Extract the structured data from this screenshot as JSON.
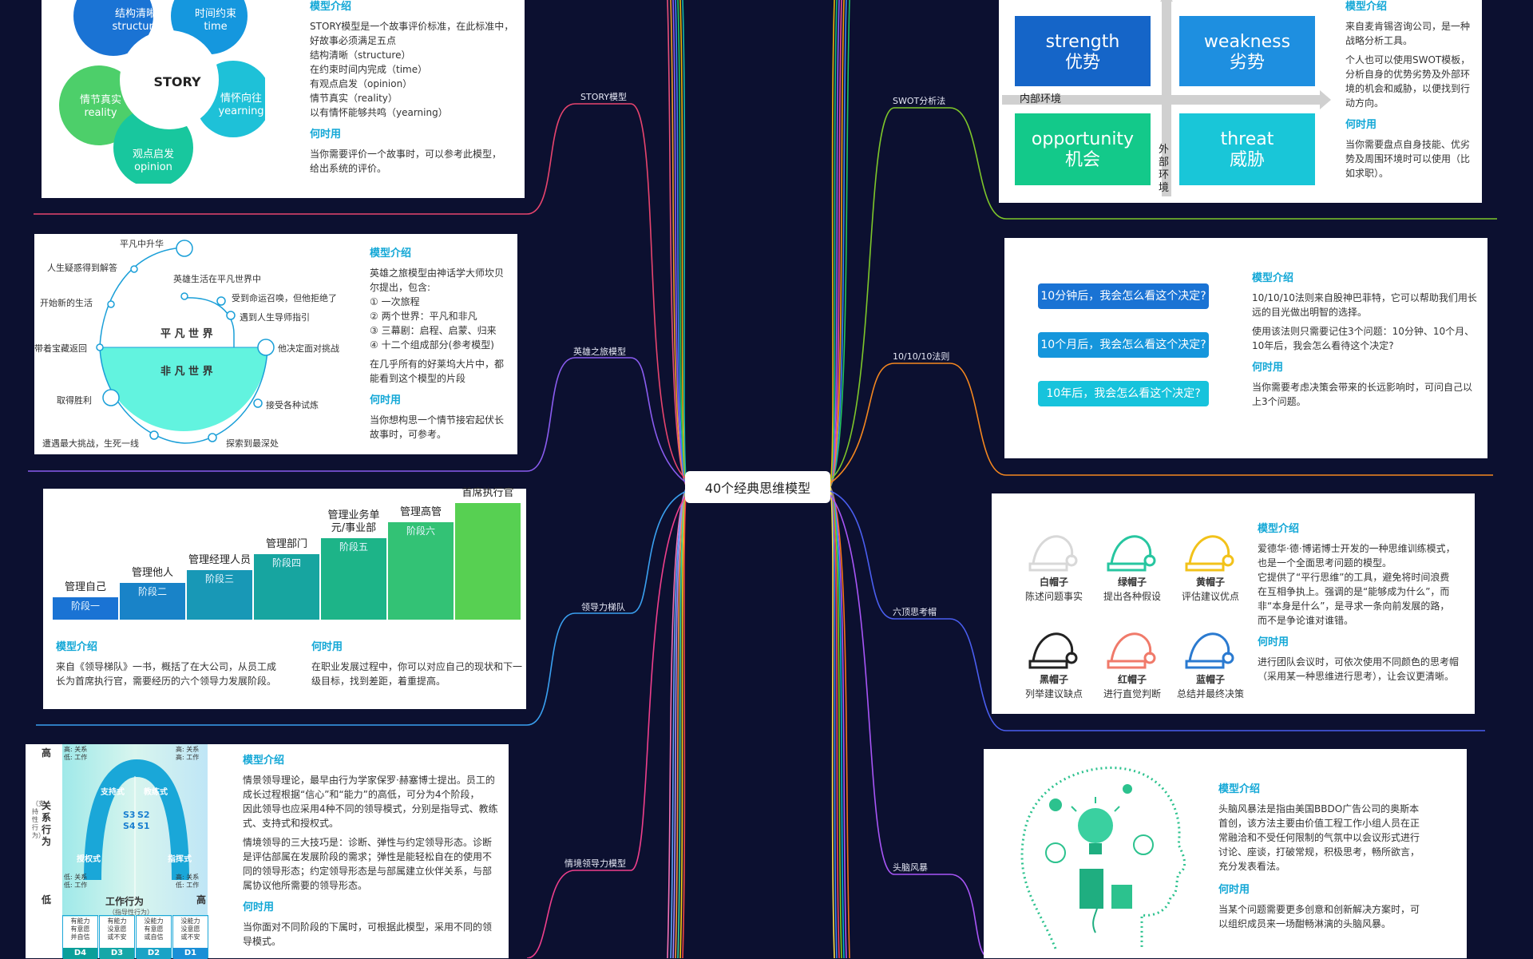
{
  "center": {
    "title": "40个经典思维模型"
  },
  "branches": {
    "story": "STORY模型",
    "hero": "英雄之旅模型",
    "leader": "领导力梯队",
    "situational": "情境领导力模型",
    "swot": "SWOT分析法",
    "ten": "10/10/10法则",
    "hats": "六顶思考帽",
    "brain": "头脑风暴"
  },
  "story": {
    "petals": [
      {
        "cn": "结构清晰",
        "en": "structure"
      },
      {
        "cn": "时间约束",
        "en": "time"
      },
      {
        "cn": "情怀向往",
        "en": "yearning"
      },
      {
        "cn": "观点启发",
        "en": "opinion"
      },
      {
        "cn": "情节真实",
        "en": "reality"
      }
    ],
    "core": "STORY",
    "h1": "模型介绍",
    "lines": [
      "STORY模型是一个故事评价标准，在此标准中，",
      "好故事必须满足五点",
      "结构清晰（structure）",
      "在约束时间内完成（time）",
      "有观点启发（opinion）",
      "情节真实（reality）",
      "以有情怀能够共鸣（yearning）"
    ],
    "h2": "何时用",
    "when": [
      "当你需要评价一个故事时，可以参考此模型，",
      "给出系统的评价。"
    ]
  },
  "hero": {
    "steps": [
      "平凡中升华",
      "人生疑惑得到解答",
      "英雄生活在平凡世界中",
      "开始新的生活",
      "受到命运召唤，但他拒绝了",
      "遇到人生导师指引",
      "带着宝藏返回",
      "他决定面对挑战",
      "取得胜利",
      "接受各种试炼",
      "遭遇最大挑战，生死一线",
      "探索到最深处"
    ],
    "ordinary": "平 凡 世 界",
    "extra": "非 凡 世 界",
    "h1": "模型介绍",
    "intro": [
      "英雄之旅模型由神话学大师坎贝",
      "尔提出，包含:"
    ],
    "list": [
      "①  一次旅程",
      "②  两个世界：平凡和非凡",
      "③  三幕剧：启程、启蒙、归来",
      "④  十二个组成部分(参考模型)"
    ],
    "extra_text": [
      "在几乎所有的好莱坞大片中，都",
      "能看到这个模型的片段"
    ],
    "h2": "何时用",
    "when": [
      "当你想构思一个情节接宕起伏长",
      "故事时，可参考。"
    ]
  },
  "leader": {
    "stages": [
      {
        "title": "管理自己",
        "stage": "阶段一"
      },
      {
        "title": "管理他人",
        "stage": "阶段二"
      },
      {
        "title": "管理经理人员",
        "stage": "阶段三"
      },
      {
        "title": "管理部门",
        "stage": "阶段四"
      },
      {
        "title": "管理业务单元/事业部",
        "stage": "阶段五"
      },
      {
        "title": "管理高管",
        "stage": "阶段六"
      },
      {
        "title": "首席执行官",
        "stage": ""
      }
    ],
    "h1": "模型介绍",
    "intro": [
      "来自《领导梯队》一书，概括了在大公司，从员工成",
      "长为首席执行官，需要经历的六个领导力发展阶段。"
    ],
    "h2": "何时用",
    "when": [
      "在职业发展过程中，你可以对应自己的现状和下一",
      "级目标，找到差距，着重提高。"
    ]
  },
  "situational": {
    "high": "高",
    "low": "低",
    "yaxis": "关系行为",
    "yaxis_sub": "（支持性行为）",
    "xaxis": "工作行为",
    "xaxis_sub": "（指导性行为）",
    "quad_labels": [
      "高: 关系\n低: 工作",
      "高: 关系\n高: 工作",
      "低: 关系\n低: 工作",
      "高: 关系\n低: 工作"
    ],
    "styles": [
      "支持式",
      "教练式",
      "授权式",
      "指挥式"
    ],
    "codes": [
      "S3",
      "S2",
      "S4",
      "S1"
    ],
    "levels": [
      {
        "text": "有能力\n有意愿\n并自信",
        "code": "D4"
      },
      {
        "text": "有能力\n没意愿\n或不安",
        "code": "D3"
      },
      {
        "text": "没能力\n有意愿\n或自信",
        "code": "D2"
      },
      {
        "text": "没能力\n没意愿\n或不安",
        "code": "D1"
      }
    ],
    "h1": "模型介绍",
    "intro": [
      "情景领导理论，最早由行为学家保罗·赫塞博士提出。员工的",
      "成长过程根据“信心”和“能力”的高低，可分为4个阶段，",
      "因此领导也应采用4种不同的领导模式，分别是指导式、教练",
      "式、支持式和授权式。"
    ],
    "intro2": [
      "情境领导的三大技巧是：诊断、弹性与约定领导形态。诊断",
      "是评估部属在发展阶段的需求；弹性是能轻松自在的使用不",
      "同的领导形态；约定领导形态是与部属建立伙伴关系，与部",
      "属协议他所需要的领导形态。"
    ],
    "h2": "何时用",
    "when": [
      "当你面对不同阶段的下属时，可根据此模型，采用不同的领",
      "导模式。"
    ]
  },
  "swot": {
    "tiles": [
      {
        "en": "strength",
        "cn": "优势",
        "color": "#1565c8"
      },
      {
        "en": "weakness",
        "cn": "劣势",
        "color": "#1e8fe0"
      },
      {
        "en": "opportunity",
        "cn": "机会",
        "color": "#13c98a"
      },
      {
        "en": "threat",
        "cn": "威胁",
        "color": "#19c6d8"
      }
    ],
    "inner": "内部环境",
    "outer": "外部环境",
    "h1": "模型介绍",
    "intro": [
      "来自麦肯锡咨询公司，是一种",
      "战略分析工具。"
    ],
    "intro2": [
      "个人也可以使用SWOT模板，",
      "分析自身的优势劣势及外部环",
      "境的机会和威胁，以便找到行",
      "动方向。"
    ],
    "h2": "何时用",
    "when": [
      "当你需要盘点自身技能、优劣",
      "势及周围环境时可以使用（比",
      "如求职）。"
    ]
  },
  "ten": {
    "buttons": [
      {
        "text": "10分钟后，我会怎么看这个决定?",
        "color": "#1a73d4"
      },
      {
        "text": "10个月后，我会怎么看这个决定?",
        "color": "#1596dc"
      },
      {
        "text": "10年后，我会怎么看这个决定?",
        "color": "#17c3dc"
      }
    ],
    "h1": "模型介绍",
    "intro": [
      "10/10/10法则来自股神巴菲特，它可以帮助我们用长",
      "远的目光做出明智的选择。"
    ],
    "intro2": [
      "使用该法则只需要记住3个问题：10分钟、10个月、",
      "10年后，我会怎么看待这个决定?"
    ],
    "h2": "何时用",
    "when": [
      "当你需要考虑决策会带来的长远影响时，可问自己以",
      "上3个问题。"
    ]
  },
  "hats": {
    "items": [
      {
        "name": "白帽子",
        "desc": "陈述问题事实",
        "color": "#d8d8d8"
      },
      {
        "name": "绿帽子",
        "desc": "提出各种假设",
        "color": "#27c6a0"
      },
      {
        "name": "黄帽子",
        "desc": "评估建议优点",
        "color": "#f2c21a"
      },
      {
        "name": "黑帽子",
        "desc": "列举建议缺点",
        "color": "#222222"
      },
      {
        "name": "红帽子",
        "desc": "进行直觉判断",
        "color": "#f07a6a"
      },
      {
        "name": "蓝帽子",
        "desc": "总结并最终决策",
        "color": "#2a7ad0"
      }
    ],
    "h1": "模型介绍",
    "intro": [
      "爱德华·德·博诺博士开发的一种思维训练模式，",
      "也是一个全面思考问题的模型。",
      "它提供了“平行思维”的工具，避免将时间浪费",
      "在互相争执上。强调的是“能够成为什么”，而",
      "非“本身是什么”，是寻求一条向前发展的路，",
      "而不是争论谁对谁错。"
    ],
    "h2": "何时用",
    "when": [
      "进行团队会议时，可依次使用不同颜色的思考帽",
      "（采用某一种思维进行思考），让会议更清晰。"
    ]
  },
  "brain": {
    "h1": "模型介绍",
    "intro": [
      "头脑风暴法是指由美国BBDO广告公司的奥斯本",
      "首创，该方法主要由价值工程工作小组人员在正",
      "常融洽和不受任何限制的气氛中以会议形式进行",
      "讨论、座谈，打破常规，积极思考，畅所欲言，",
      "充分发表看法。"
    ],
    "h2": "何时用",
    "when": [
      "当某个问题需要更多创意和创新解决方案时，可",
      "以组织成员来一场酣畅淋漓的头脑风暴。"
    ]
  }
}
